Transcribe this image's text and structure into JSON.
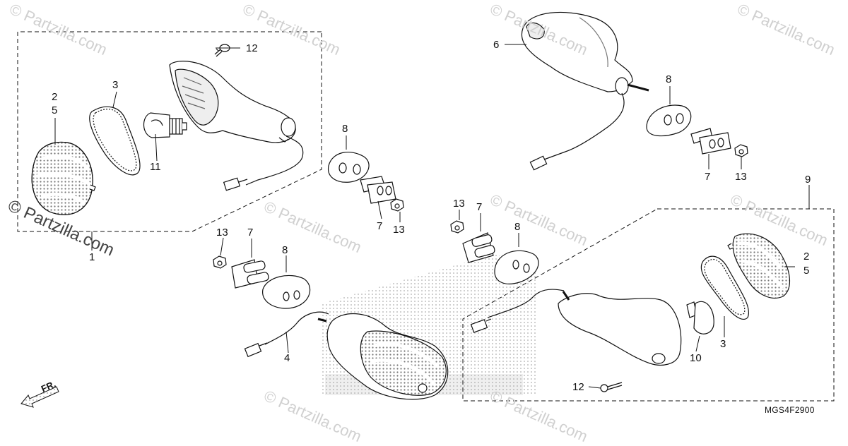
{
  "diagram": {
    "code": "MGS4F2900",
    "front_label": "FR.",
    "watermark_main": "© Partzilla.com",
    "watermark_small": "© Partzilla.com",
    "colors": {
      "line": "#111111",
      "screen": "#9a9a9a",
      "watermark": "#d0d0d0"
    }
  },
  "callouts": {
    "c1": "1",
    "c2a": "2",
    "c5a": "5",
    "c3a": "3",
    "c11": "11",
    "c12a": "12",
    "c8a": "8",
    "c7a": "7",
    "c13a": "13",
    "c6": "6",
    "c8b": "8",
    "c7b": "7",
    "c13b": "13",
    "c9": "9",
    "c13c": "13",
    "c7c": "7",
    "c8c": "8",
    "c4": "4",
    "c13d": "13",
    "c7d": "7",
    "c8d": "8",
    "c2b": "2",
    "c5b": "5",
    "c3b": "3",
    "c10": "10",
    "c12b": "12"
  }
}
